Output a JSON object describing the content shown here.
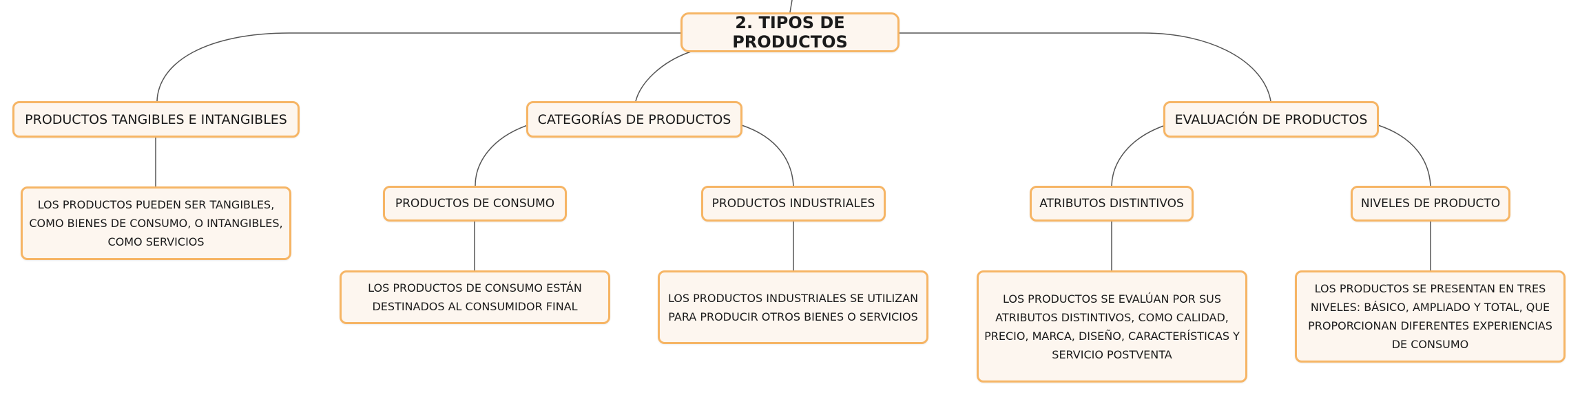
{
  "root": {
    "label": "2. TIPOS DE PRODUCTOS"
  },
  "branches": [
    {
      "label": "PRODUCTOS TANGIBLES E INTANGIBLES",
      "description": "LOS PRODUCTOS PUEDEN SER TANGIBLES, COMO BIENES DE CONSUMO, O INTANGIBLES, COMO SERVICIOS"
    },
    {
      "label": "CATEGORÍAS DE PRODUCTOS",
      "children": [
        {
          "label": "PRODUCTOS DE CONSUMO",
          "description": "LOS PRODUCTOS DE CONSUMO ESTÁN DESTINADOS AL CONSUMIDOR FINAL"
        },
        {
          "label": "PRODUCTOS INDUSTRIALES",
          "description": "LOS PRODUCTOS INDUSTRIALES SE UTILIZAN PARA PRODUCIR OTROS BIENES O SERVICIOS"
        }
      ]
    },
    {
      "label": "EVALUACIÓN DE PRODUCTOS",
      "children": [
        {
          "label": "ATRIBUTOS DISTINTIVOS",
          "description": "LOS PRODUCTOS SE EVALÚAN POR SUS ATRIBUTOS DISTINTIVOS, COMO CALIDAD, PRECIO, MARCA, DISEÑO, CARACTERÍSTICAS Y SERVICIO POSTVENTA"
        },
        {
          "label": "NIVELES DE PRODUCTO",
          "description": "LOS PRODUCTOS SE PRESENTAN EN TRES NIVELES: BÁSICO, AMPLIADO Y TOTAL, QUE PROPORCIONAN DIFERENTES EXPERIENCIAS DE CONSUMO"
        }
      ]
    }
  ],
  "colors": {
    "node_border": "#f6b565",
    "node_fill": "#fdf6ef",
    "connector": "#555555"
  }
}
